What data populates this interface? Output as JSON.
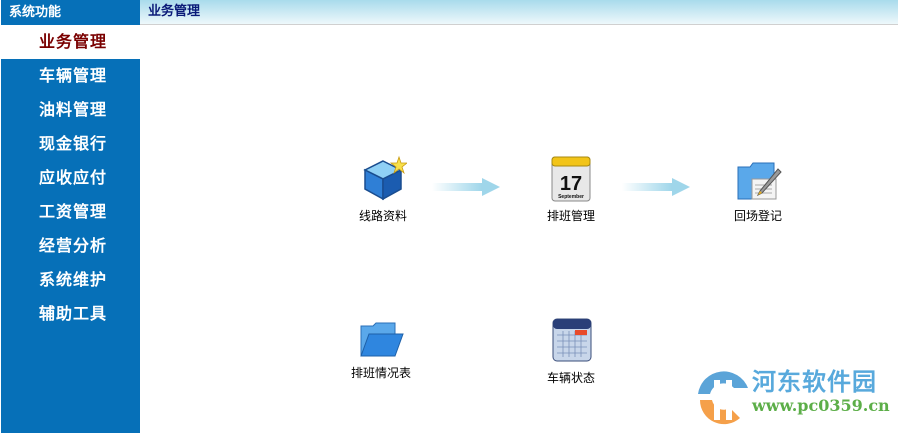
{
  "sidebar": {
    "title": "系统功能",
    "items": [
      {
        "label": "业务管理",
        "active": true
      },
      {
        "label": "车辆管理"
      },
      {
        "label": "油料管理"
      },
      {
        "label": "现金银行"
      },
      {
        "label": "应收应付"
      },
      {
        "label": "工资管理"
      },
      {
        "label": "经营分析"
      },
      {
        "label": "系统维护"
      },
      {
        "label": "辅助工具"
      }
    ]
  },
  "header": {
    "title": "业务管理"
  },
  "shortcuts": [
    {
      "label": "线路资料",
      "icon": "cube-star-icon"
    },
    {
      "label": "排班管理",
      "icon": "calendar-date-icon",
      "day": "17",
      "month": "September"
    },
    {
      "label": "回场登记",
      "icon": "folder-pen-icon"
    },
    {
      "label": "排班情况表",
      "icon": "open-folder-icon"
    },
    {
      "label": "车辆状态",
      "icon": "calendar-grid-icon"
    }
  ],
  "watermark": {
    "name": "河东软件园",
    "url": "www.pc0359.cn"
  },
  "colors": {
    "sidebar": "#0670b8",
    "active_text": "#7a0000",
    "header_text": "#0a1a78"
  }
}
